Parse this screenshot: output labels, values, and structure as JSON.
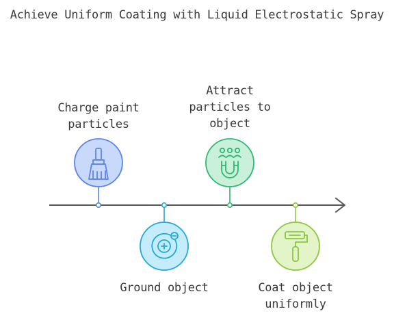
{
  "title": "Achieve Uniform Coating with Liquid Electrostatic Spray",
  "steps": [
    {
      "id": "charge",
      "label_lines": [
        "Charge paint",
        "particles"
      ],
      "icon": "paintbrush-icon",
      "position": "above",
      "color": "#5b86e5",
      "fill": "#c9d9fb"
    },
    {
      "id": "ground",
      "label_lines": [
        "Ground object"
      ],
      "icon": "ground-target-icon",
      "position": "below",
      "color": "#22a9d6",
      "fill": "#c4ecfa"
    },
    {
      "id": "attract",
      "label_lines": [
        "Attract",
        "particles to",
        "object"
      ],
      "icon": "magnet-people-icon",
      "position": "above",
      "color": "#2fb872",
      "fill": "#c9f1da"
    },
    {
      "id": "coat",
      "label_lines": [
        "Coat object",
        "uniformly"
      ],
      "icon": "paint-roller-icon",
      "position": "below",
      "color": "#8cc63e",
      "fill": "#e3f4c8"
    }
  ],
  "timeline_color": "#555555"
}
